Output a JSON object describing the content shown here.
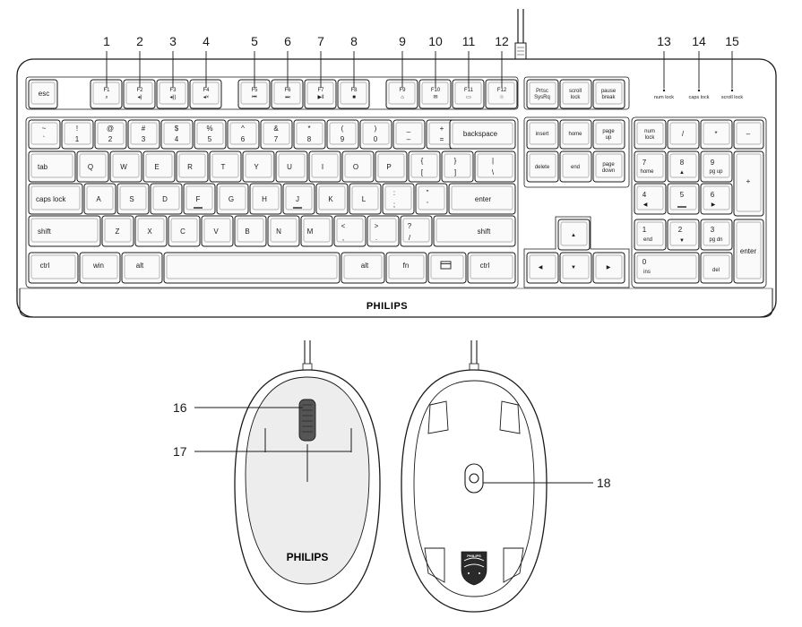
{
  "callouts": {
    "c1": "1",
    "c2": "2",
    "c3": "3",
    "c4": "4",
    "c5": "5",
    "c6": "6",
    "c7": "7",
    "c8": "8",
    "c9": "9",
    "c10": "10",
    "c11": "11",
    "c12": "12",
    "c13": "13",
    "c14": "14",
    "c15": "15",
    "c16": "16",
    "c17": "17",
    "c18": "18"
  },
  "keyboard": {
    "brand": "PHILIPS",
    "indicators": {
      "num": "num lock",
      "caps": "caps lock",
      "scroll": "scroll lock"
    },
    "fn_row": {
      "esc": "esc",
      "f1": "F1",
      "f2": "F2",
      "f3": "F3",
      "f4": "F4",
      "f5": "F5",
      "f6": "F6",
      "f7": "F7",
      "f8": "F8",
      "f9": "F9",
      "f10": "F10",
      "f11": "F11",
      "f12": "F12",
      "prtsc_1": "Prtsc",
      "prtsc_2": "SysRq",
      "scroll_1": "scroll",
      "scroll_2": "lock",
      "pause_1": "pause",
      "pause_2": "break"
    },
    "num_row": {
      "k1t": "~",
      "k1b": "`",
      "k2t": "!",
      "k2b": "1",
      "k3t": "@",
      "k3b": "2",
      "k4t": "#",
      "k4b": "3",
      "k5t": "$",
      "k5b": "4",
      "k6t": "%",
      "k6b": "5",
      "k7t": "^",
      "k7b": "6",
      "k8t": "&",
      "k8b": "7",
      "k9t": "*",
      "k9b": "8",
      "k10t": "(",
      "k10b": "9",
      "k11t": ")",
      "k11b": "0",
      "k12t": "_",
      "k12b": "–",
      "k13t": "+",
      "k13b": "=",
      "backspace": "backspace"
    },
    "row_q": {
      "tab": "tab",
      "q": "Q",
      "w": "W",
      "e": "E",
      "r": "R",
      "t": "T",
      "y": "Y",
      "u": "U",
      "i": "I",
      "o": "O",
      "p": "P",
      "lbt": "{",
      "lbb": "[",
      "rbt": "}",
      "rbb": "]",
      "bst": "|",
      "bsb": "\\"
    },
    "row_a": {
      "caps": "caps lock",
      "a": "A",
      "s": "S",
      "d": "D",
      "f": "F",
      "g": "G",
      "h": "H",
      "j": "J",
      "k": "K",
      "l": "L",
      "sct": ":",
      "scb": ";",
      "qtt": "\"",
      "qtb": "'",
      "enter": "enter"
    },
    "row_z": {
      "lshift": "shift",
      "z": "Z",
      "x": "X",
      "c": "C",
      "v": "V",
      "b": "B",
      "n": "N",
      "m": "M",
      "cmt": "<",
      "cmb": ",",
      "pdt": ">",
      "pdb": ".",
      "slt": "?",
      "slb": "/",
      "rshift": "shift"
    },
    "row_bottom": {
      "lctrl": "ctrl",
      "win": "win",
      "lalt": "alt",
      "ralt": "alt",
      "fn": "fn",
      "rctrl": "ctrl"
    },
    "nav": {
      "insert": "insert",
      "home": "home",
      "pgup_1": "page",
      "pgup_2": "up",
      "delete": "delete",
      "end": "end",
      "pgdn_1": "page",
      "pgdn_2": "down"
    },
    "numpad": {
      "numlock_1": "num",
      "numlock_2": "lock",
      "div": "/",
      "mul": "*",
      "minus": "–",
      "n7": "7",
      "n7s": "home",
      "n8": "8",
      "n9": "9",
      "n9s": "pg up",
      "plus": "+",
      "n4": "4",
      "n5": "5",
      "n6": "6",
      "n1": "1",
      "n1s": "end",
      "n2": "2",
      "n3": "3",
      "n3s": "pg dn",
      "enter": "enter",
      "n0": "0",
      "n0s": "ins",
      "del": "del"
    }
  },
  "mouse": {
    "brand": "PHILIPS"
  },
  "colors": {
    "line": "#1a1a1a",
    "key_fill": "#fafafa",
    "shadow": "#e9e9e9"
  }
}
